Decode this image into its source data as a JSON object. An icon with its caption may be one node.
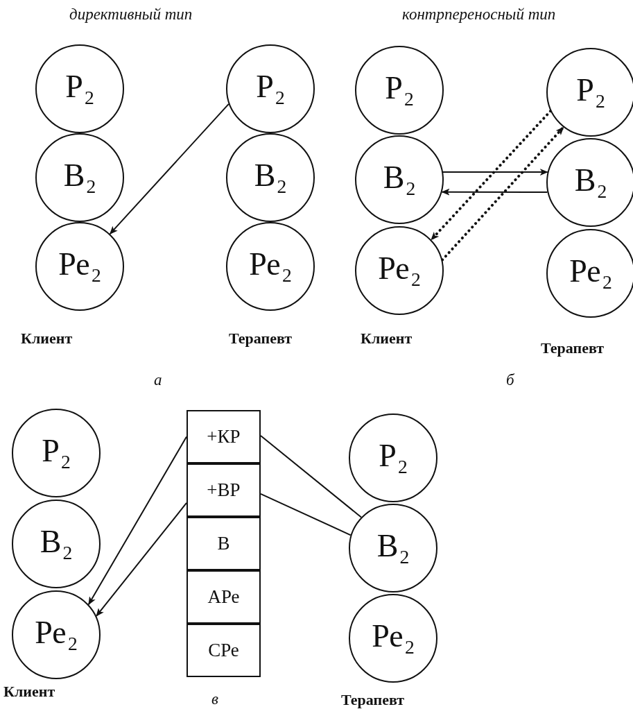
{
  "diagram": {
    "nodes": [
      {
        "text": [
          "Р$_{2}$"
        ]
      },
      {
        "text": [
          "В$_{2}$"
        ]
      },
      {
        "text": [
          "Ре$_{2}$"
        ]
      },
      {
        "text": [
          "Р$_{2}$"
        ]
      },
      {
        "text": [
          "В$_{2}$"
        ]
      },
      {
        "text": [
          "Ре$_{2}$"
        ]
      },
      {
        "text": [
          "Р$_{2}$"
        ]
      },
      {
        "text": [
          "В$_{2}$"
        ]
      },
      {
        "text": [
          "Ре$_{2}$"
        ]
      },
      {
        "text": [
          "Р$_{2}$"
        ]
      },
      {
        "text": [
          "В$_{2}$"
        ]
      },
      {
        "text": [
          "Ре$_{2}$"
        ]
      },
      {
        "text": [
          "Р$_{2}$"
        ]
      },
      {
        "text": [
          "В$_{2}$"
        ]
      },
      {
        "text": [
          "Ре$_{2}$"
        ]
      },
      {
        "text": [
          "+КР"
        ]
      },
      {
        "text": [
          "+ВР"
        ]
      },
      {
        "text": [
          "В"
        ]
      },
      {
        "text": [
          "АРе"
        ]
      },
      {
        "text": [
          "СРе"
        ]
      },
      {
        "text": [
          "Р$_{2}$"
        ]
      },
      {
        "text": [
          "В$_{2}$"
        ]
      },
      {
        "text": [
          "Ре$_{2}$"
        ]
      }
    ],
    "edges": [
      {
        "from": 3,
        "to": 2,
        "arrow": "to"
      },
      {
        "from": 7,
        "to": 10,
        "arrow": "to"
      },
      {
        "from": 10,
        "to": 7,
        "arrow": "to"
      },
      {
        "from": 9,
        "to": 8,
        "arrow": "to",
        "style": "dashed"
      },
      {
        "from": 8,
        "to": 9,
        "arrow": "to",
        "style": "dashed"
      },
      {
        "from": 15,
        "to": 14,
        "arrow": "to"
      },
      {
        "from": 16,
        "to": 14,
        "arrow": "to"
      },
      {
        "from": 21,
        "to": 15,
        "arrow": "none"
      },
      {
        "from": 21,
        "to": 16,
        "arrow": "none"
      }
    ],
    "labels": [
      "директивный тип",
      "контрпереносный тип",
      "Клиент",
      "Терапевт",
      "Клиент",
      "Терапевт",
      "а",
      "б",
      "Клиент",
      "в",
      "Терапевт"
    ]
  }
}
